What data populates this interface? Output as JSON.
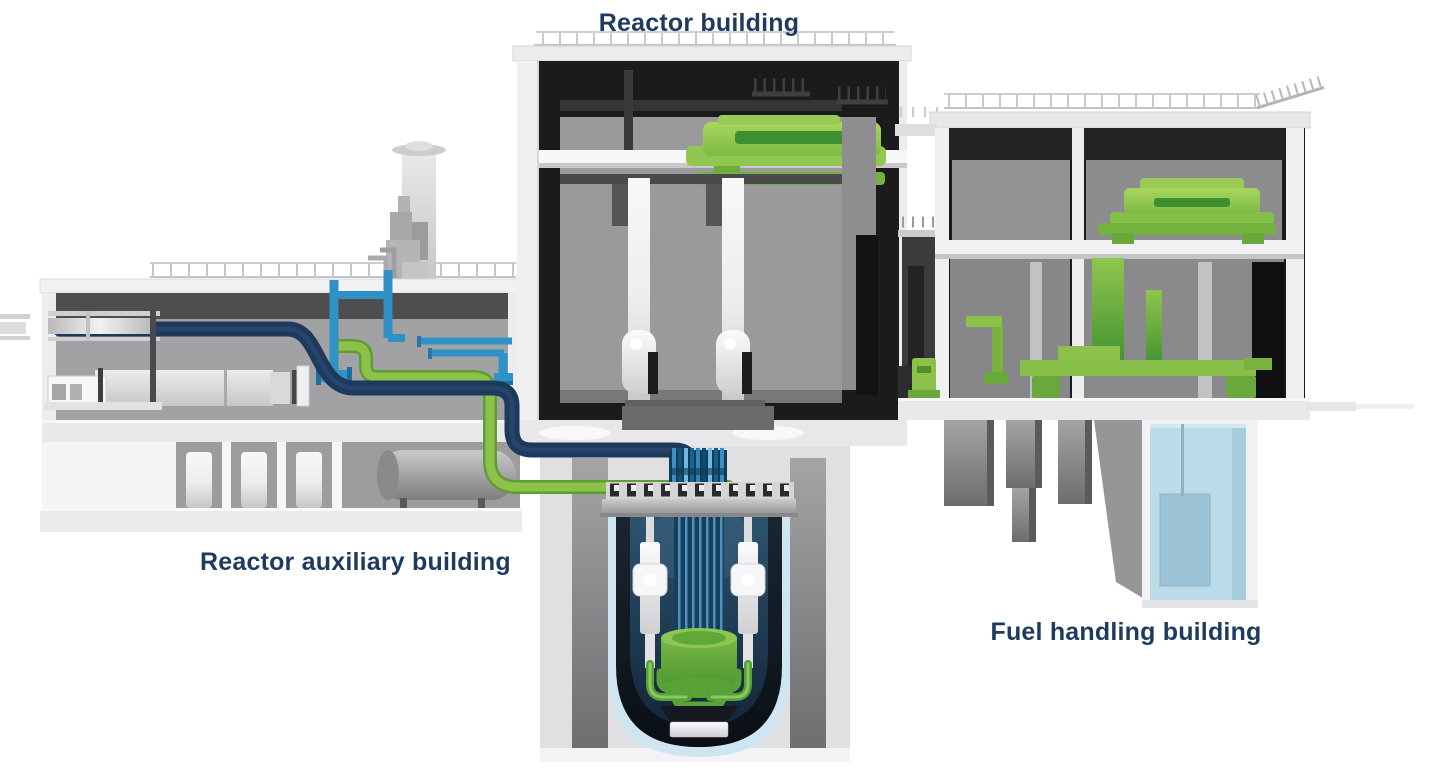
{
  "labels": {
    "reactor_building": "Reactor building",
    "reactor_auxiliary_building": "Reactor auxiliary building",
    "fuel_handling_building": "Fuel handling building"
  },
  "colors": {
    "label_text": "#1e3a5e",
    "equipment_green": "#8cc24a",
    "equipment_green_dark": "#3f8f30",
    "pipe_dark_blue": "#1d395c",
    "pipe_light_blue": "#2e92c6",
    "pool_water": "#bddcea",
    "vessel_cooling_water": "#cfe6f2",
    "structure_black": "#1b1b1d",
    "structure_gray": "#9a9a9c",
    "structure_light_gray": "#e9e9eb",
    "background": "#ffffff"
  },
  "diagram": {
    "type": "cutaway-illustration",
    "subject": "Nuclear power plant cross-section",
    "buildings": [
      {
        "label": "Reactor building",
        "position": "center",
        "components": [
          "roof railing",
          "polar crane",
          "crane rail beam",
          "control rod drive columns",
          "reactor pressure vessel",
          "control rod bundle",
          "reactor core",
          "coolant pumps",
          "primary coolant piping",
          "vessel cavity water"
        ]
      },
      {
        "label": "Reactor auxiliary building",
        "position": "left",
        "components": [
          "vent stack",
          "roof railing",
          "dark blue coolant pipe",
          "light blue pipes",
          "green pipe",
          "storage tanks",
          "horizontal tank",
          "pump skids",
          "pipe rack"
        ]
      },
      {
        "label": "Fuel handling building",
        "position": "right",
        "components": [
          "roof railing",
          "fuel handling crane",
          "fuel handling machine",
          "refueling masts",
          "spent fuel pool",
          "support piers"
        ]
      }
    ]
  }
}
